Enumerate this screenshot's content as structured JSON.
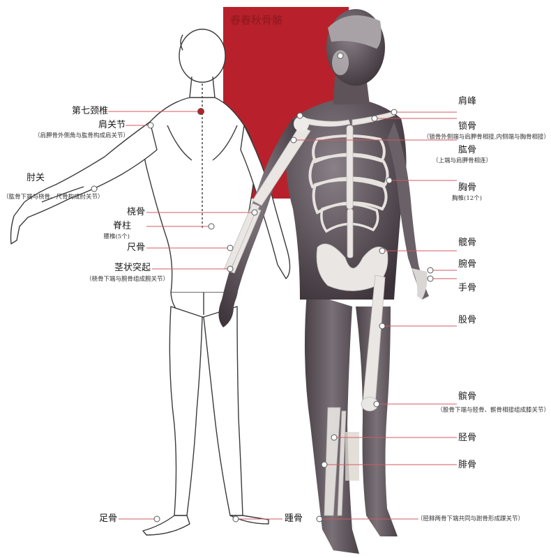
{
  "colors": {
    "backdrop": "#b8212b",
    "leader_line": "#d35a62",
    "marker_fill": "#ffffff",
    "marker_stroke": "#555555"
  },
  "banner_text": "春春秋骨骼",
  "labels": {
    "c7": "第七颈椎",
    "shoulder_joint": "肩关节",
    "shoulder_joint_note": "（肩胛骨外侧角与肱骨构成肩关节）",
    "elbow_joint": "肘关",
    "elbow_joint_note": "（肱骨下端与桡骨、尺骨构成肘关节）",
    "radius": "桡骨",
    "spine": "脊柱",
    "spine_note": "腰椎(5个)",
    "ulna": "尺骨",
    "styloid": "茎状突起",
    "styloid_note": "（桡骨下端与腕骨组成腕关节）",
    "foot_bones": "足骨",
    "acromion": "肩峰",
    "clavicle": "锁骨",
    "clavicle_note": "（锁骨外侧端与肩胛骨相接,内侧端与胸骨相接）",
    "humerus": "肱骨",
    "humerus_note": "（上端与肩胛骨相连）",
    "sternum": "胸骨",
    "sternum_note": "胸椎(12个)",
    "hip": "髋骨",
    "carpal": "腕骨",
    "hand": "手骨",
    "femur": "股骨",
    "patella": "髌骨",
    "patella_note": "（股骨下端与胫骨、髌骨相接组成膝关节）",
    "tibia": "胫骨",
    "fibula": "腓骨",
    "calcaneus": "踵骨",
    "ankle_note": "（胫腓两骨下端共同与跗骨形成踝关节）"
  }
}
